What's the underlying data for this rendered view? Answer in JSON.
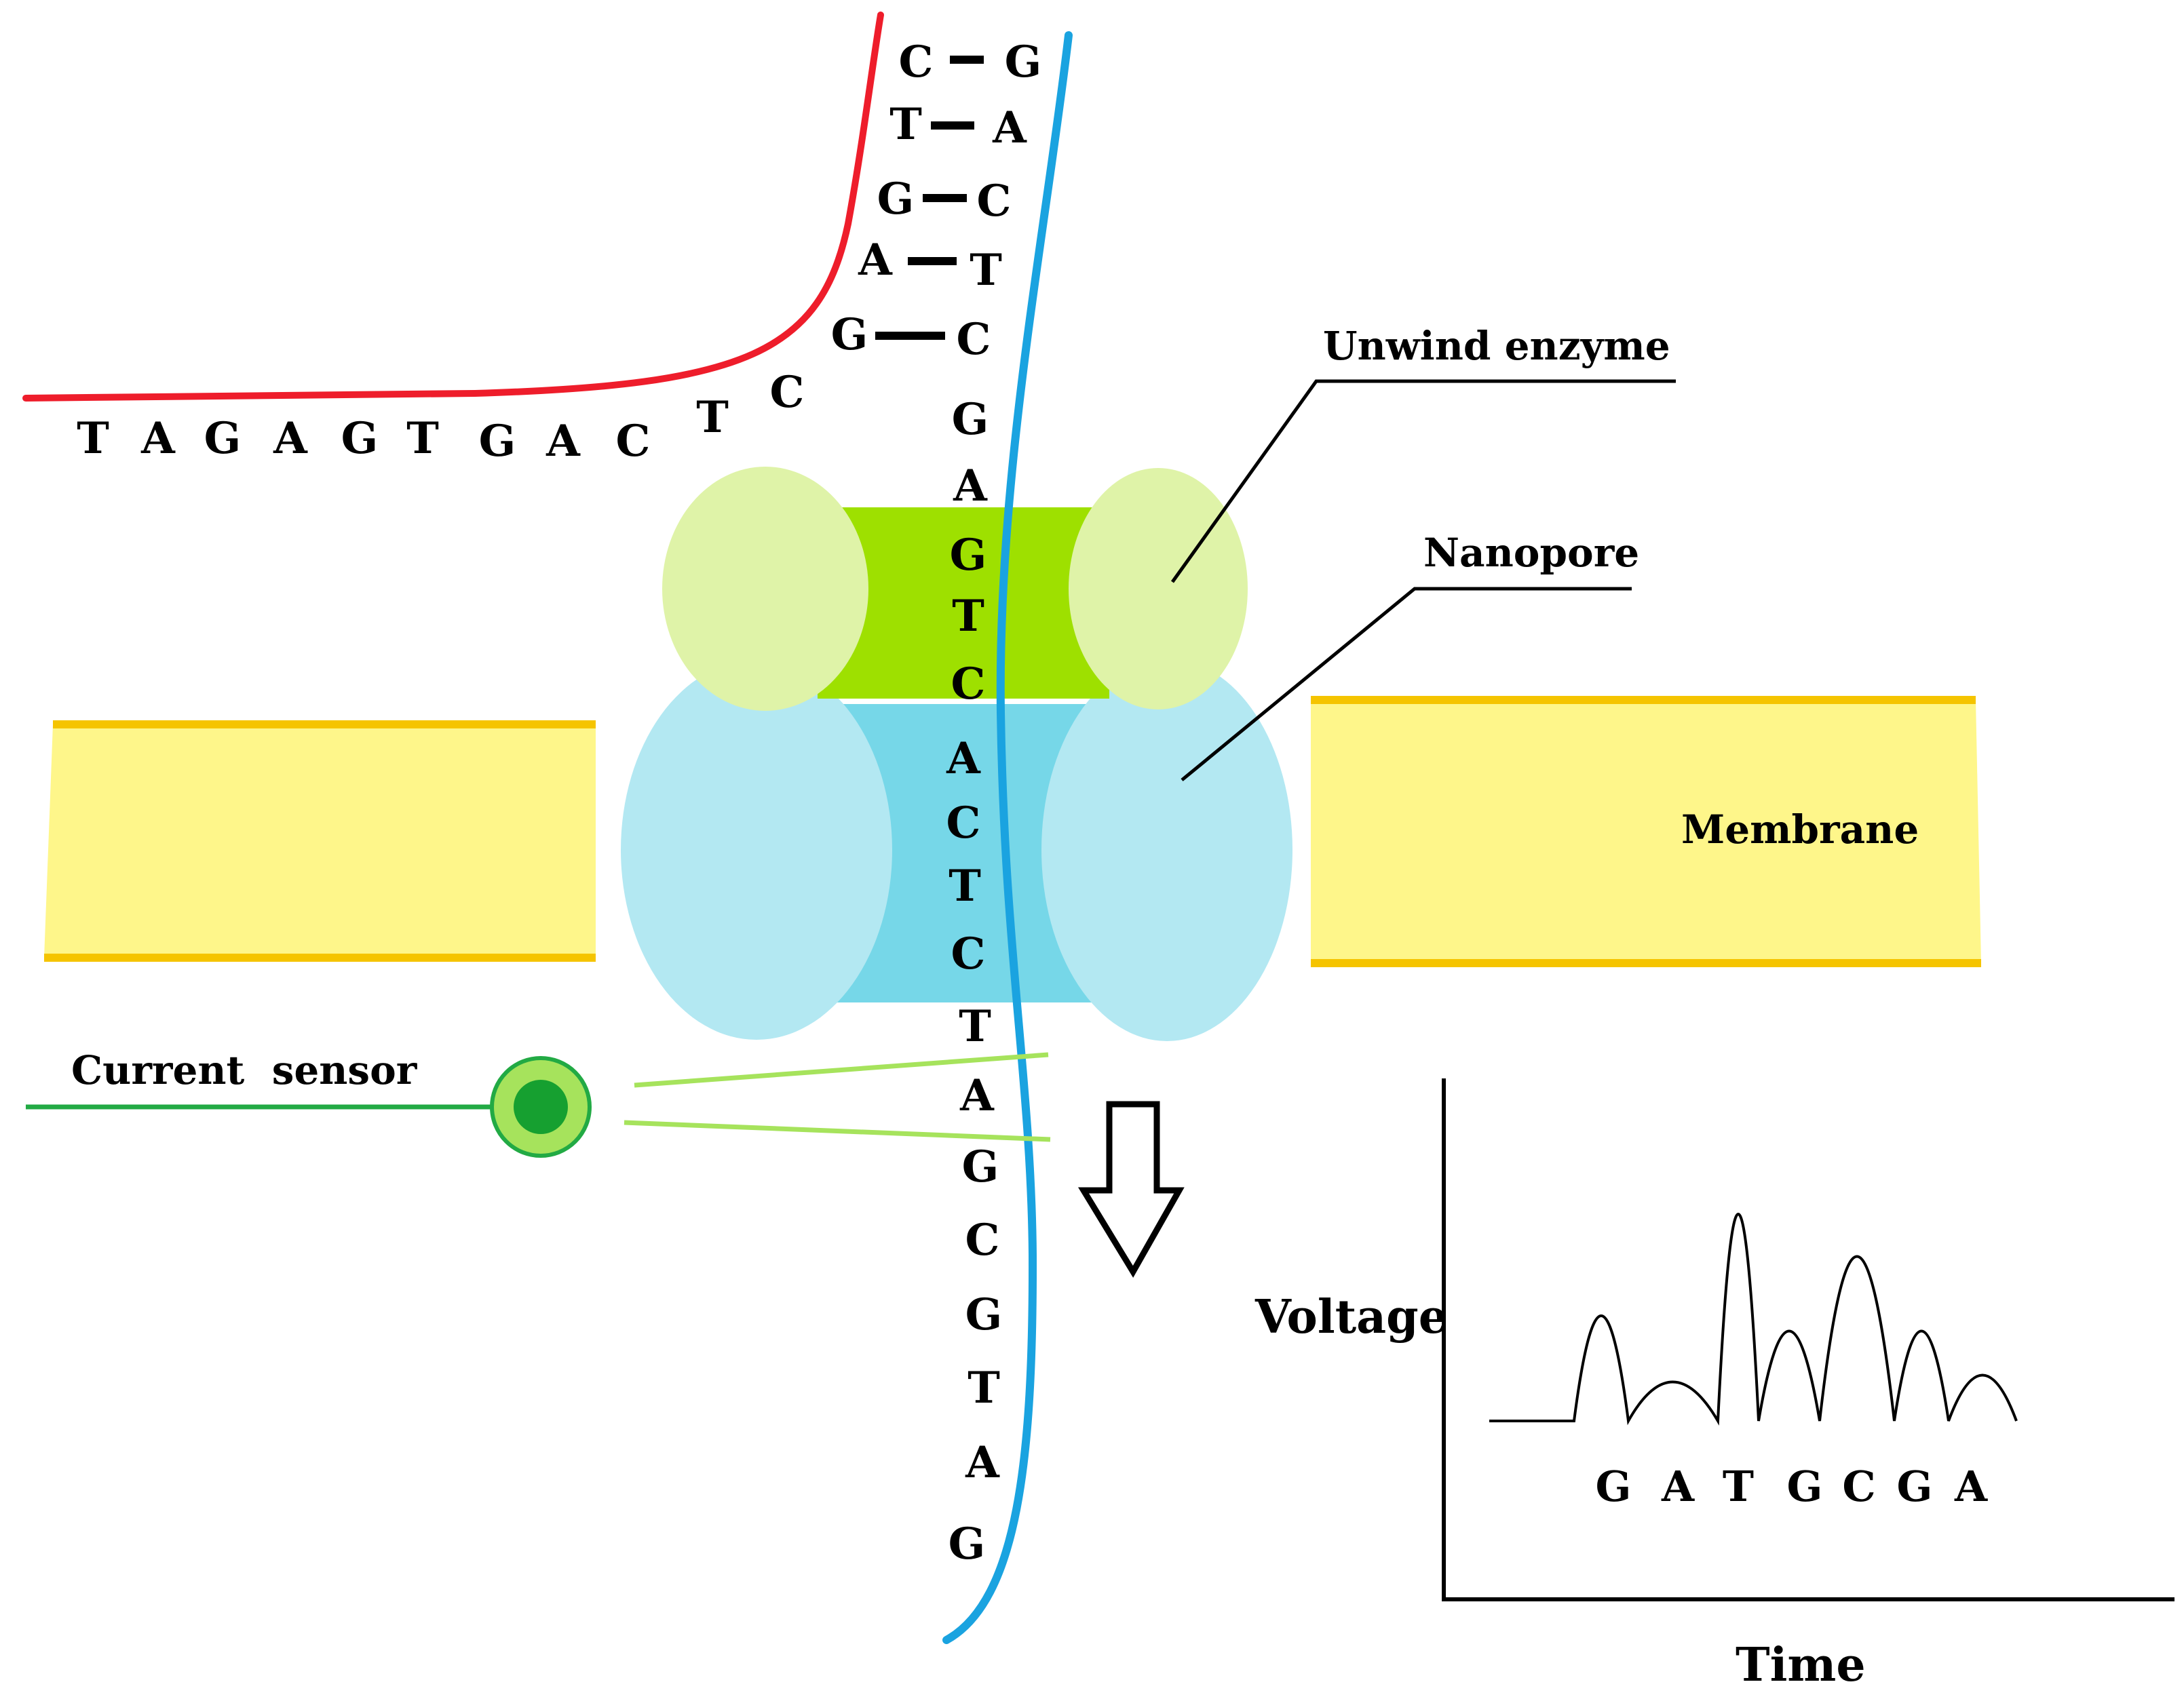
{
  "labels": {
    "unwind_enzyme": "Unwind enzyme",
    "nanopore": "Nanopore",
    "membrane": "Membrane",
    "current_sensor": "Current  sensor",
    "voltage": "Voltage",
    "time": "Time"
  },
  "paired_bases": [
    {
      "left": "C",
      "right": "G"
    },
    {
      "left": "T",
      "right": "A"
    },
    {
      "left": "G",
      "right": "C"
    },
    {
      "left": "A",
      "right": "T"
    },
    {
      "left": "G",
      "right": "C"
    }
  ],
  "unpaired_strand_bases": [
    "T",
    "A",
    "G",
    "A",
    "G",
    "T",
    "G",
    "A",
    "C",
    "T",
    "C"
  ],
  "translocating_strand_bases": [
    "G",
    "A",
    "G",
    "T",
    "C",
    "A",
    "C",
    "T",
    "C",
    "T",
    "A",
    "G",
    "C",
    "G",
    "T",
    "A",
    "G"
  ],
  "signal_bases": [
    "G",
    "A",
    "T",
    "G",
    "C",
    "G",
    "A"
  ],
  "colors": {
    "red_strand": "#ee1d2b",
    "blue_strand": "#1aa3e0",
    "enzyme_light": "#dff3a8",
    "enzyme_dark": "#9ee000",
    "pore_light": "#b3e8f2",
    "pore_dark": "#76d7e8",
    "membrane_fill": "#fef68a",
    "membrane_edge": "#f5c400",
    "sensor_line": "#22aa44",
    "sensor_outer": "#a6e35c",
    "sensor_inner": "#16a030"
  }
}
